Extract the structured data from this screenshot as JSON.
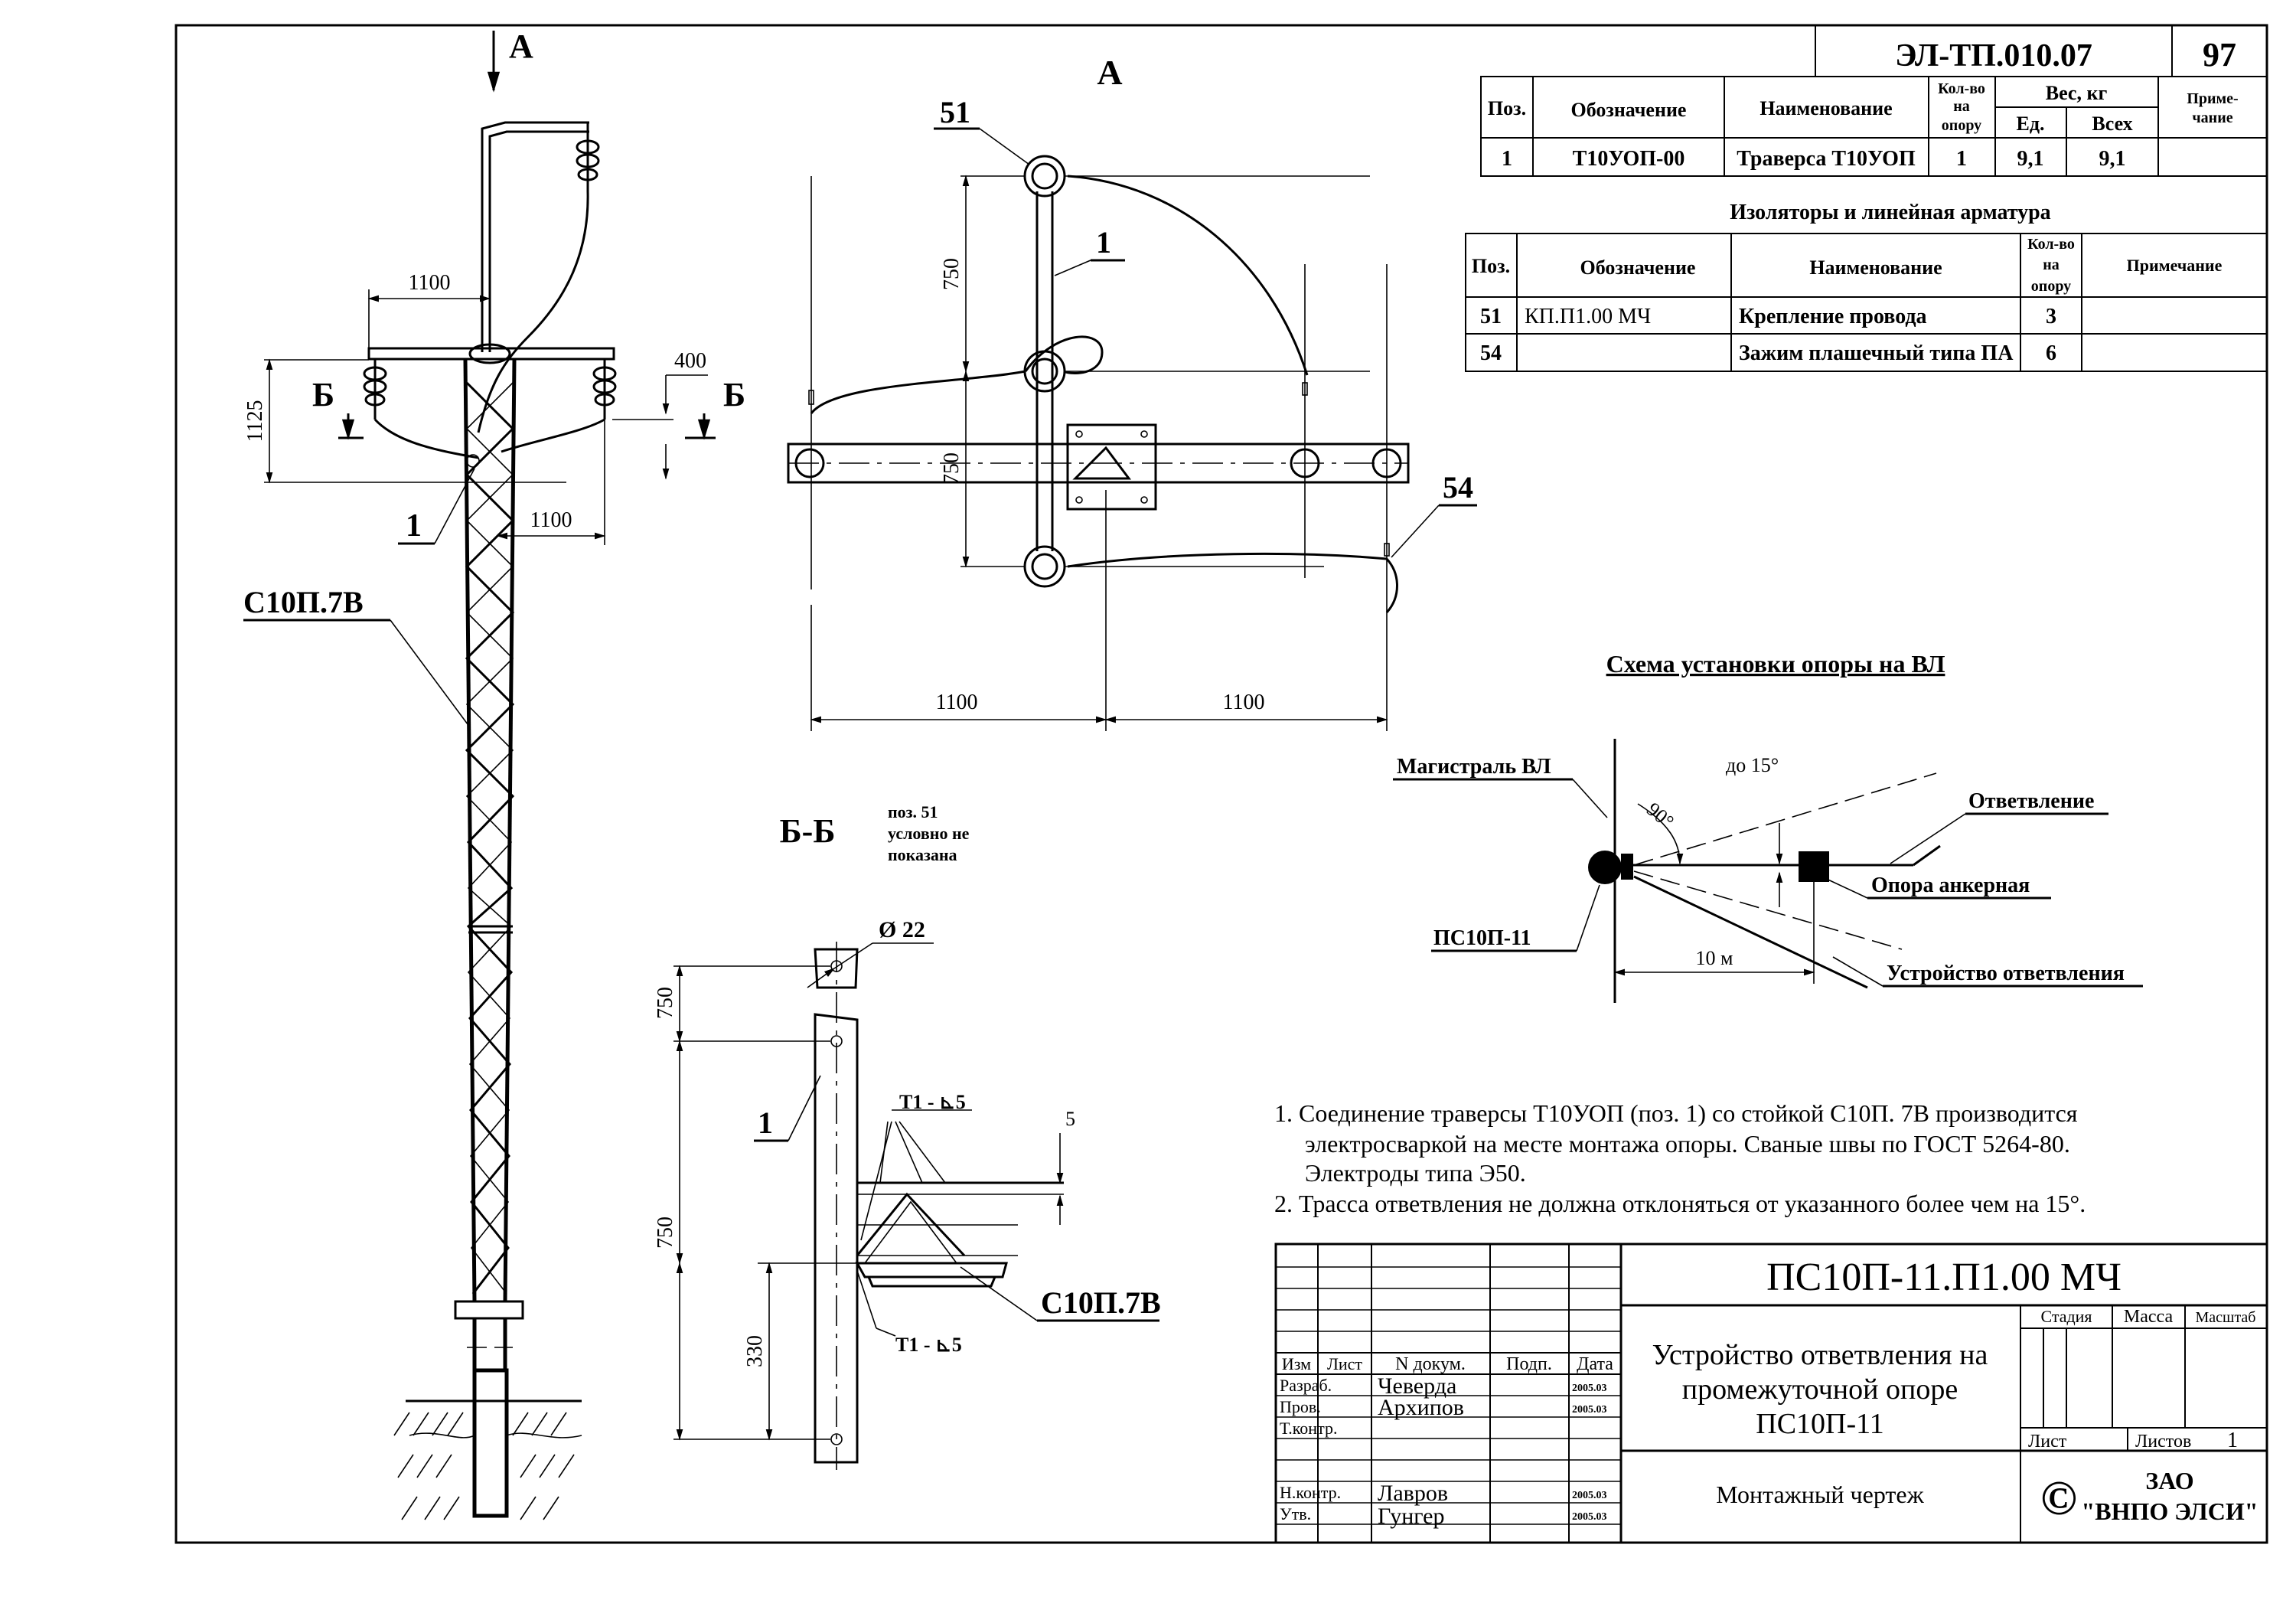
{
  "sheet": {
    "code": "ЭЛ-ТП.010.07",
    "page": "97"
  },
  "main_table": {
    "headers": {
      "pos": "Поз.",
      "designation": "Обозначение",
      "name": "Наименование",
      "qty_l1": "Кол-во",
      "qty_l2": "на",
      "qty_l3": "опору",
      "weight": "Вес, кг",
      "unit": "Ед.",
      "total": "Всех",
      "note_l1": "Приме-",
      "note_l2": "чание"
    },
    "rows": [
      {
        "pos": "1",
        "designation": "Т10УОП-00",
        "name": "Траверса Т10УОП",
        "qty": "1",
        "unit": "9,1",
        "total": "9,1",
        "note": ""
      }
    ]
  },
  "insulators": {
    "title": "Изоляторы и линейная арматура",
    "headers": {
      "pos": "Поз.",
      "designation": "Обозначение",
      "name": "Наименование",
      "qty_l1": "Кол-во",
      "qty_l2": "на",
      "qty_l3": "опору",
      "note": "Примечание"
    },
    "rows": [
      {
        "pos": "51",
        "designation": "КП.П1.00 МЧ",
        "name": "Крепление провода",
        "qty": "3",
        "note": ""
      },
      {
        "pos": "54",
        "designation": "",
        "name": "Зажим плашечный типа ПА",
        "qty": "6",
        "note": ""
      }
    ]
  },
  "pole_view": {
    "view_label": "А",
    "section_label": "Б",
    "dim_left_arm": "1100",
    "dim_right_arm": "1100",
    "dim_height": "1125",
    "dim_400": "400",
    "callout_1": "1",
    "pole_label": "С10П.7В"
  },
  "view_a": {
    "title": "А",
    "callout_51": "51",
    "callout_1": "1",
    "callout_54": "54",
    "dim_upper": "750",
    "dim_lower": "750",
    "dim_left": "1100",
    "dim_right": "1100"
  },
  "section_bb": {
    "title": "Б-Б",
    "note_l1": "поз. 51",
    "note_l2": "условно не",
    "note_l3": "показана",
    "diameter": "Ø 22",
    "dim_top": "750",
    "dim_mid": "750",
    "dim_bottom": "330",
    "dim_5": "5",
    "weld_1": "Т1 - ⊾5",
    "weld_2": "Т1 - ⊾5",
    "callout_1": "1",
    "pole_label": "С10П.7В"
  },
  "scheme": {
    "title": "Схема установки опоры на ВЛ",
    "mainline": "Магистраль ВЛ",
    "branch": "Ответвление",
    "angle_limit": "до 15°",
    "angle_90": "90°",
    "anchor_support": "Опора анкерная",
    "branch_device": "Устройство ответвления",
    "support": "ПС10П-11",
    "distance": "10 м"
  },
  "notes": [
    "1. Соединение траверсы Т10УОП (поз. 1) со стойкой С10П. 7В производится",
    "электросваркой на месте монтажа опоры. Сваные швы по ГОСТ 5264-80.",
    "Электроды типа Э50.",
    "2. Трасса ответвления не должна отклоняться от указанного более чем на 15°."
  ],
  "title_block": {
    "doc_code": "ПС10П-11.П1.00 МЧ",
    "title_l1": "Устройство ответвления на",
    "title_l2": "промежуточной опоре",
    "title_l3": "ПС10П-11",
    "subtitle": "Монтажный чертеж",
    "stage": "Стадия",
    "mass": "Масса",
    "scale": "Масштаб",
    "sheet": "Лист",
    "sheets": "Листов",
    "sheets_count": "1",
    "company_l1": "ЗАО",
    "company_l2": "\"ВНПО ЭЛСИ\"",
    "copyright": "©",
    "col_izm": "Изм",
    "col_list": "Лист",
    "col_ndoc": "N докум.",
    "col_sign": "Подп.",
    "col_date": "Дата",
    "people": [
      {
        "role": "Разраб.",
        "name": "Чеверда",
        "date": "2005.03"
      },
      {
        "role": "Пров.",
        "name": "Архипов",
        "date": "2005.03"
      },
      {
        "role": "Т.контр.",
        "name": "",
        "date": ""
      },
      {
        "role": "Н.контр.",
        "name": "Лавров",
        "date": "2005.03"
      },
      {
        "role": "Утв.",
        "name": "Гунгер",
        "date": "2005.03"
      }
    ]
  }
}
